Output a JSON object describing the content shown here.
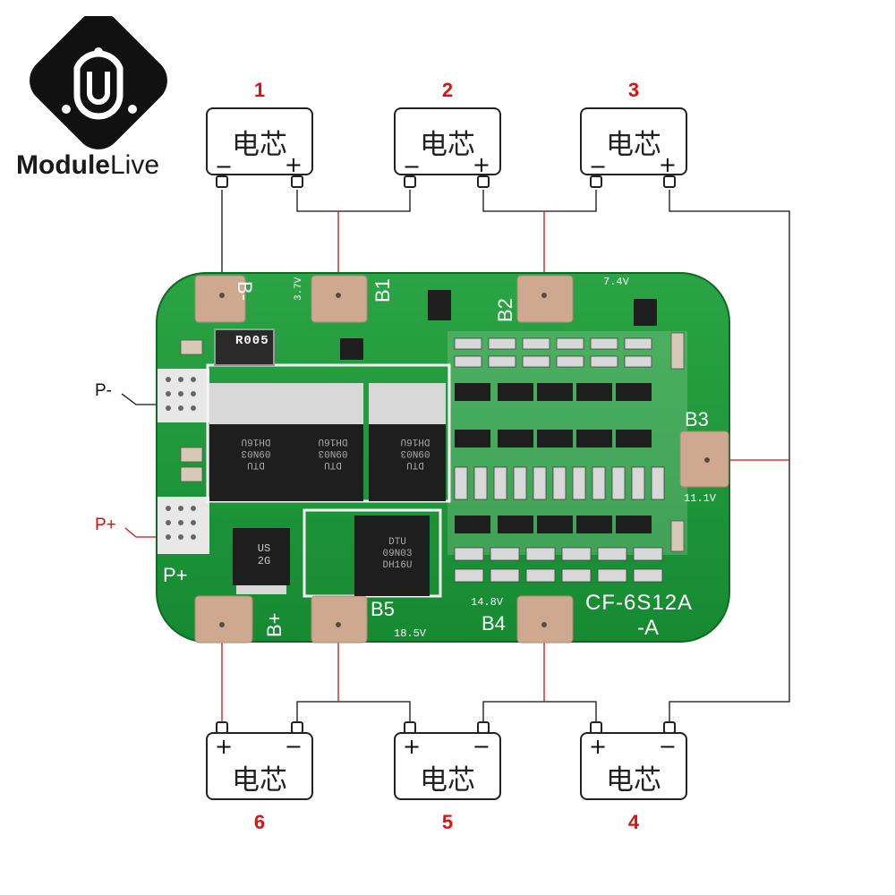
{
  "brand": {
    "bold": "Module",
    "light": "Live"
  },
  "cell_label": "电芯",
  "plus": "+",
  "minus": "−",
  "top_cells": [
    "1",
    "2",
    "3"
  ],
  "bottom_cells": [
    "6",
    "5",
    "4"
  ],
  "pcb": {
    "model_line1": "CF-6S12A",
    "model_line2": "-A",
    "pads": {
      "bminus": "B-",
      "b1": "B1",
      "b2": "B2",
      "b3": "B3",
      "b4": "B4",
      "b5": "B5",
      "bplus": "B+"
    },
    "voltages": {
      "b1": "3.7V",
      "b2": "7.4V",
      "b3": "11.1V",
      "b4": "14.8V",
      "b5": "18.5V"
    },
    "resistor": "R005",
    "mosfet": [
      "DTU",
      "09N03",
      "DH16U"
    ],
    "diode": [
      "US",
      "2G"
    ],
    "p_plus_silk": "P+"
  },
  "port_labels": {
    "p_minus": "P-",
    "p_plus": "P+"
  },
  "colors": {
    "pcb": "#1f9a3a",
    "pcb_dark": "#127a2a",
    "pad": "#cfa890",
    "red": "#d11111",
    "wire": "#111111"
  }
}
